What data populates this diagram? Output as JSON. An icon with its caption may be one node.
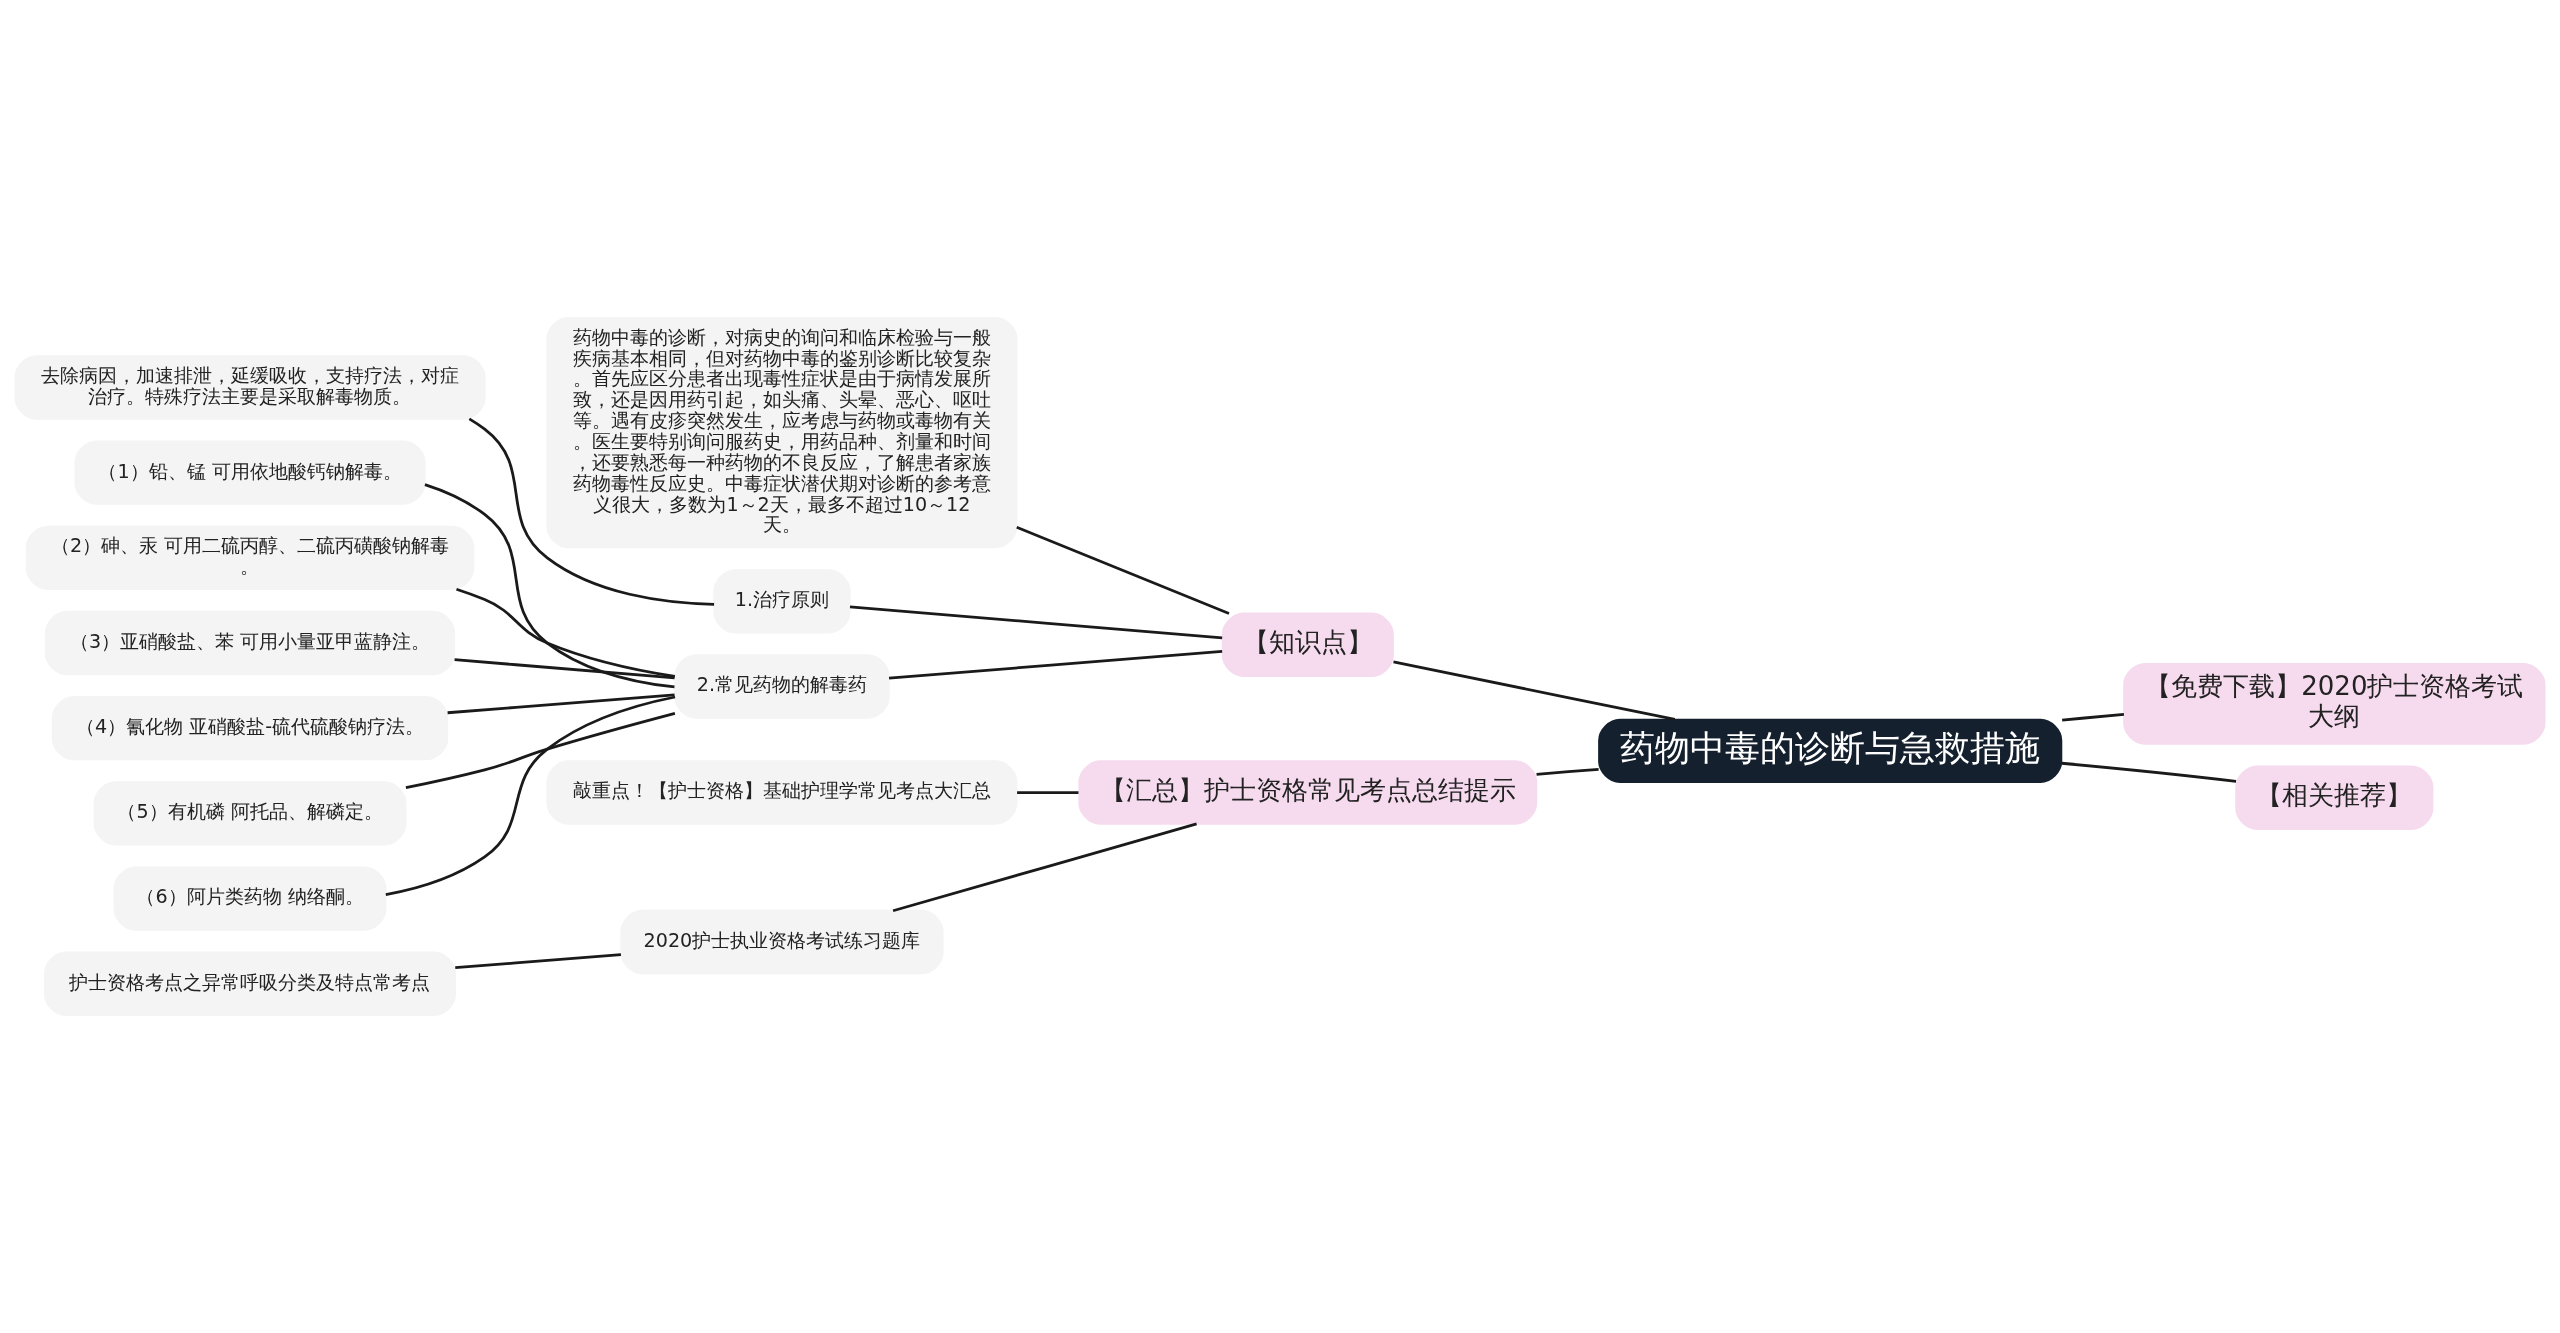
{
  "diagram": {
    "nodes": [
      {
        "text": [
          "药物中毒的诊断与急救措施"
        ]
      },
      {
        "text": [
          "【知识点】"
        ]
      },
      {
        "text": [
          "药物中毒的诊断，对病史的询问和临床检验与一般疾病基本相同，但对药物中毒的鉴别诊断比较复杂。首先应区分患者出现毒性症状是由于病情发展所致，还是因用药引起，如头痛、头晕、恶心、呕吐等。遇有皮疹突然发生，应考虑与药物或毒物有关。医生要特别询问服药史，用药品种、剂量和时间，还要熟悉每一种药物的不良反应，了解患者家族药物毒性反应史。中毒症状潜伏期对诊断的参考意义很大，多数为1～2天，最多不超过10～12天。"
        ]
      },
      {
        "text": [
          "1.治疗原则"
        ]
      },
      {
        "text": [
          "去除病因，加速排泄，延缓吸收，支持疗法，对症治疗。特殊疗法主要是采取解毒物质。"
        ]
      },
      {
        "text": [
          "2.常见药物的解毒药"
        ]
      },
      {
        "text": [
          "（1）铅、锰 可用依地酸钙钠解毒。"
        ]
      },
      {
        "text": [
          "（2）砷、汞 可用二硫丙醇、二硫丙磺酸钠解毒。"
        ]
      },
      {
        "text": [
          "（3）亚硝酸盐、苯 可用小量亚甲蓝静注。"
        ]
      },
      {
        "text": [
          "（4）氰化物 亚硝酸盐-硫代硫酸钠疗法。"
        ]
      },
      {
        "text": [
          "（5）有机磷 阿托品、解磷定。"
        ]
      },
      {
        "text": [
          "（6）阿片类药物 纳络酮。"
        ]
      },
      {
        "text": [
          "【汇总】护士资格常见考点总结提示"
        ]
      },
      {
        "text": [
          "敲重点！【护士资格】基础护理学常见考点大汇总"
        ]
      },
      {
        "text": [
          "2020护士执业资格考试练习题库"
        ]
      },
      {
        "text": [
          "护士资格考点之异常呼吸分类及特点常考点"
        ]
      },
      {
        "text": [
          "【免费下载】2020护士资格考试大纲"
        ]
      },
      {
        "text": [
          "【相关推荐】"
        ]
      }
    ],
    "edges": [
      {
        "from": 0,
        "to": 1,
        "arrow": "none"
      },
      {
        "from": 1,
        "to": 2,
        "arrow": "none"
      },
      {
        "from": 1,
        "to": 3,
        "arrow": "none"
      },
      {
        "from": 3,
        "to": 4,
        "arrow": "none"
      },
      {
        "from": 1,
        "to": 5,
        "arrow": "none"
      },
      {
        "from": 5,
        "to": 6,
        "arrow": "none"
      },
      {
        "from": 5,
        "to": 7,
        "arrow": "none"
      },
      {
        "from": 5,
        "to": 8,
        "arrow": "none"
      },
      {
        "from": 5,
        "to": 9,
        "arrow": "none"
      },
      {
        "from": 5,
        "to": 10,
        "arrow": "none"
      },
      {
        "from": 5,
        "to": 11,
        "arrow": "none"
      },
      {
        "from": 0,
        "to": 12,
        "arrow": "none"
      },
      {
        "from": 12,
        "to": 13,
        "arrow": "none"
      },
      {
        "from": 12,
        "to": 14,
        "arrow": "none"
      },
      {
        "from": 14,
        "to": 15,
        "arrow": "none"
      },
      {
        "from": 0,
        "to": 16,
        "arrow": "none"
      },
      {
        "from": 0,
        "to": 17,
        "arrow": "none"
      }
    ]
  }
}
